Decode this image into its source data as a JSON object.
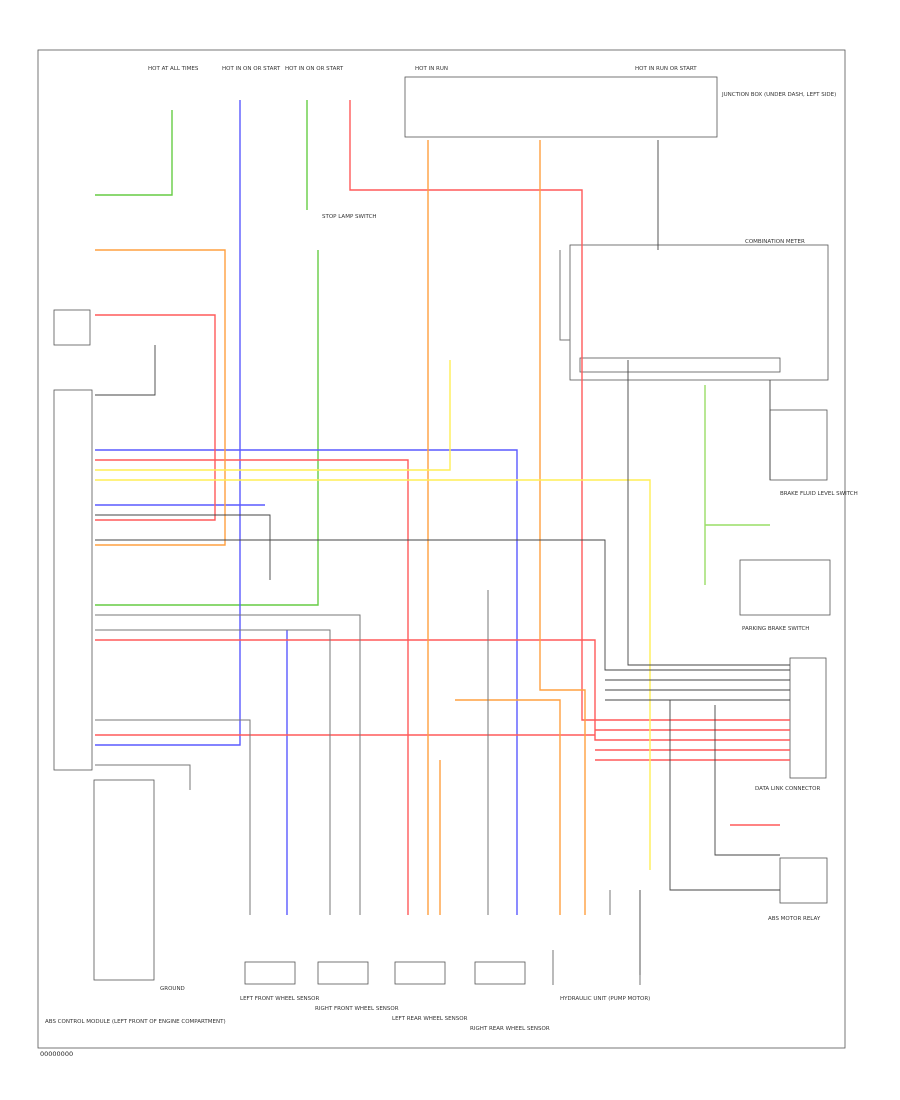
{
  "diagram": {
    "footer_code": "00000000",
    "wire_colors": {
      "red": "#ff5a5a",
      "blue": "#5a5aff",
      "green": "#66cc44",
      "orange": "#ffa040",
      "yellow": "#ffee55",
      "black": "#444444",
      "gray": "#999999",
      "ltgreen": "#99dd66"
    },
    "top_sources": [
      {
        "text": "HOT AT ALL TIMES"
      },
      {
        "text": "HOT IN ON OR START"
      },
      {
        "text": "HOT IN ON OR START"
      },
      {
        "text": "HOT IN RUN"
      },
      {
        "text": "HOT IN RUN OR START"
      }
    ],
    "modules": {
      "junction_box": "JUNCTION BOX (UNDER DASH, LEFT SIDE)",
      "combination_meter": "COMBINATION METER",
      "abs_control": "ABS CONTROL MODULE (LEFT FRONT OF ENGINE COMPARTMENT)",
      "data_link": "DATA LINK CONNECTOR",
      "stop_lamp_switch": "STOP LAMP SWITCH",
      "hydraulic_unit": "HYDRAULIC UNIT (PUMP MOTOR)",
      "abs_motor_relay": "ABS MOTOR RELAY",
      "brake_fluid_switch": "BRAKE FLUID LEVEL SWITCH",
      "parking_brake_switch": "PARKING BRAKE SWITCH",
      "ground_note": "GROUND",
      "sensor_lf": "LEFT FRONT WHEEL SENSOR",
      "sensor_rf": "RIGHT FRONT WHEEL SENSOR",
      "sensor_lr": "LEFT REAR WHEEL SENSOR",
      "sensor_rr": "RIGHT REAR WHEEL SENSOR"
    }
  }
}
